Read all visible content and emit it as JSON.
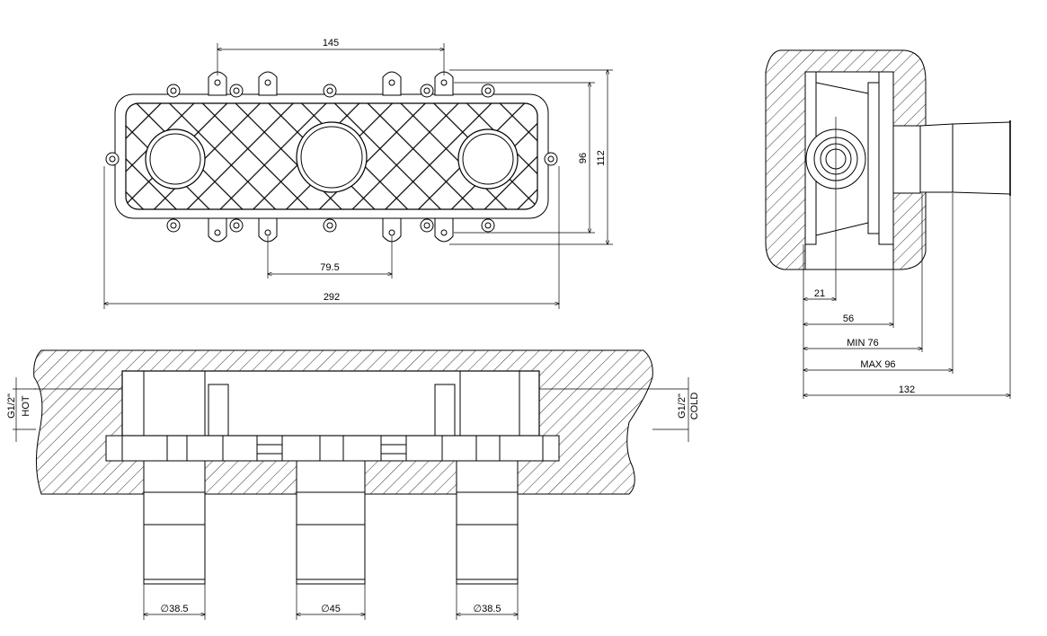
{
  "drawing": {
    "front_view": {
      "dim_top": "145",
      "dim_height_inner": "96",
      "dim_height_outer": "112",
      "dim_bottom_inner": "79.5",
      "dim_total_width": "292"
    },
    "side_view": {
      "dim_21": "21",
      "dim_56": "56",
      "dim_min": "MIN 76",
      "dim_max": "MAX 96",
      "dim_total": "132"
    },
    "section_view": {
      "left_thread": "G1/2\"",
      "left_label": "HOT",
      "right_thread": "G1/2\"",
      "right_label": "COLD",
      "dia_left": "38.5",
      "dia_center": "45",
      "dia_right": "38.5",
      "dia_symbol": "∅"
    }
  }
}
